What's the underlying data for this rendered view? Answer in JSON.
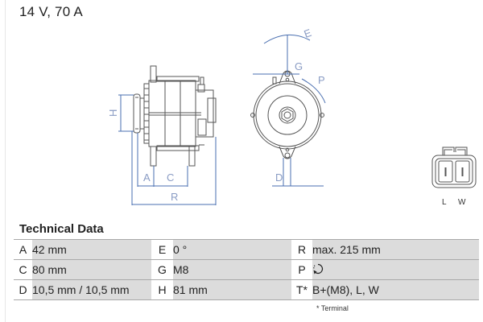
{
  "header": {
    "title": "14 V, 70 A"
  },
  "drawings": {
    "side_view_labels": {
      "H": "H",
      "A": "A",
      "C": "C",
      "R": "R"
    },
    "front_view_labels": {
      "E": "E",
      "G": "G",
      "P": "P",
      "D": "D"
    },
    "connector_labels": {
      "L": "L",
      "W": "W"
    },
    "dimension_color": "#4a6fb0"
  },
  "technical_data": {
    "heading": "Technical Data",
    "rows": [
      {
        "l1": "A",
        "v1": "42 mm",
        "l2": "E",
        "v2": "0 °",
        "l3": "R",
        "v3": "max. 215 mm"
      },
      {
        "l1": "C",
        "v1": "80 mm",
        "l2": "G",
        "v2": "M8",
        "l3": "P",
        "v3": "rotation-clockwise-icon"
      },
      {
        "l1": "D",
        "v1": "10,5 mm / 10,5 mm",
        "l2": "H",
        "v2": "81 mm",
        "l3": "T*",
        "v3": "B+(M8), L, W"
      }
    ],
    "footnote": "* Terminal"
  }
}
